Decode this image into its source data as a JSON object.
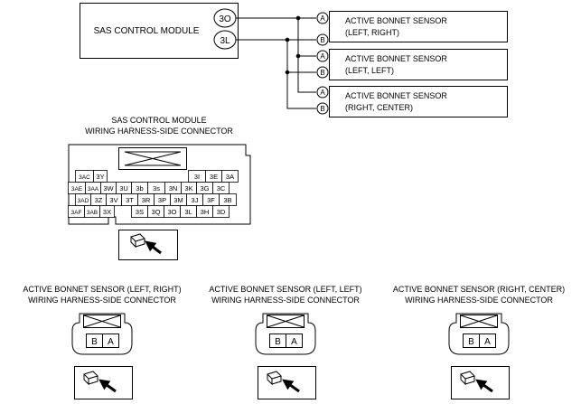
{
  "wiring": {
    "module_label": "SAS CONTROL MODULE",
    "terminal_top": "3O",
    "terminal_bottom": "3L",
    "sensors": [
      {
        "pin_a": "A",
        "pin_b": "B",
        "line1": "ACTIVE BONNET SENSOR",
        "line2": "(LEFT, RIGHT)"
      },
      {
        "pin_a": "A",
        "pin_b": "B",
        "line1": "ACTIVE BONNET SENSOR",
        "line2": "(LEFT, LEFT)"
      },
      {
        "pin_a": "A",
        "pin_b": "B",
        "line1": "ACTIVE BONNET SENSOR",
        "line2": "(RIGHT, CENTER)"
      }
    ]
  },
  "module_connector": {
    "title_line1": "SAS CONTROL MODULE",
    "title_line2": "WIRING HARNESS-SIDE CONNECTOR",
    "rows": [
      [
        "3AC",
        "3Y",
        "",
        "",
        "",
        "",
        "",
        "",
        "3I",
        "3E",
        "3A"
      ],
      [
        "3AE",
        "3AA",
        "3W",
        "3U",
        "3b",
        "3s",
        "3N",
        "3K",
        "3G",
        "3C"
      ],
      [
        "3AD",
        "3Z",
        "3V",
        "3T",
        "3R",
        "3P",
        "3M",
        "3J",
        "3F",
        "3B"
      ],
      [
        "3AF",
        "3AB",
        "3X",
        "",
        "3S",
        "3Q",
        "3O",
        "3L",
        "3H",
        "3D"
      ]
    ]
  },
  "sensor_connectors": [
    {
      "title_line1": "ACTIVE BONNET SENSOR (LEFT, RIGHT)",
      "title_line2": "WIRING HARNESS-SIDE CONNECTOR",
      "pins": [
        "B",
        "A"
      ]
    },
    {
      "title_line1": "ACTIVE BONNET SENSOR (LEFT, LEFT)",
      "title_line2": "WIRING HARNESS-SIDE CONNECTOR",
      "pins": [
        "B",
        "A"
      ]
    },
    {
      "title_line1": "ACTIVE BONNET SENSOR (RIGHT, CENTER)",
      "title_line2": "WIRING HARNESS-SIDE CONNECTOR",
      "pins": [
        "B",
        "A"
      ]
    }
  ]
}
